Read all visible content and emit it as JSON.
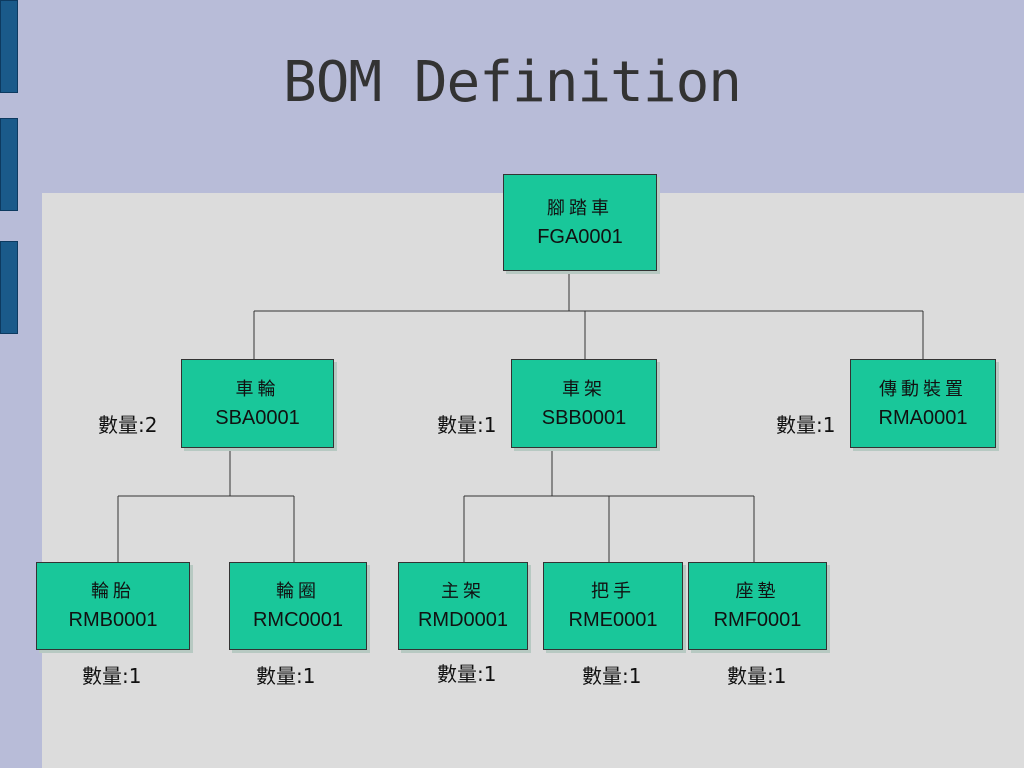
{
  "title": "BOM Definition",
  "colors": {
    "background": "#b8bcd8",
    "panel": "#dcdcdc",
    "node": "#19c79a",
    "side_tab": "#1a5a8a"
  },
  "root": {
    "name": "腳踏車",
    "code": "FGA0001"
  },
  "level1": [
    {
      "name": "車輪",
      "code": "SBA0001",
      "qty": "數量:2"
    },
    {
      "name": "車架",
      "code": "SBB0001",
      "qty": "數量:1"
    },
    {
      "name": "傳動裝置",
      "code": "RMA0001",
      "qty": "數量:1"
    }
  ],
  "level2": [
    {
      "name": "輪胎",
      "code": "RMB0001",
      "qty": "數量:1"
    },
    {
      "name": "輪圈",
      "code": "RMC0001",
      "qty": "數量:1"
    },
    {
      "name": "主架",
      "code": "RMD0001",
      "qty": "數量:1"
    },
    {
      "name": "把手",
      "code": "RME0001",
      "qty": "數量:1"
    },
    {
      "name": "座墊",
      "code": "RMF0001",
      "qty": "數量:1"
    }
  ]
}
